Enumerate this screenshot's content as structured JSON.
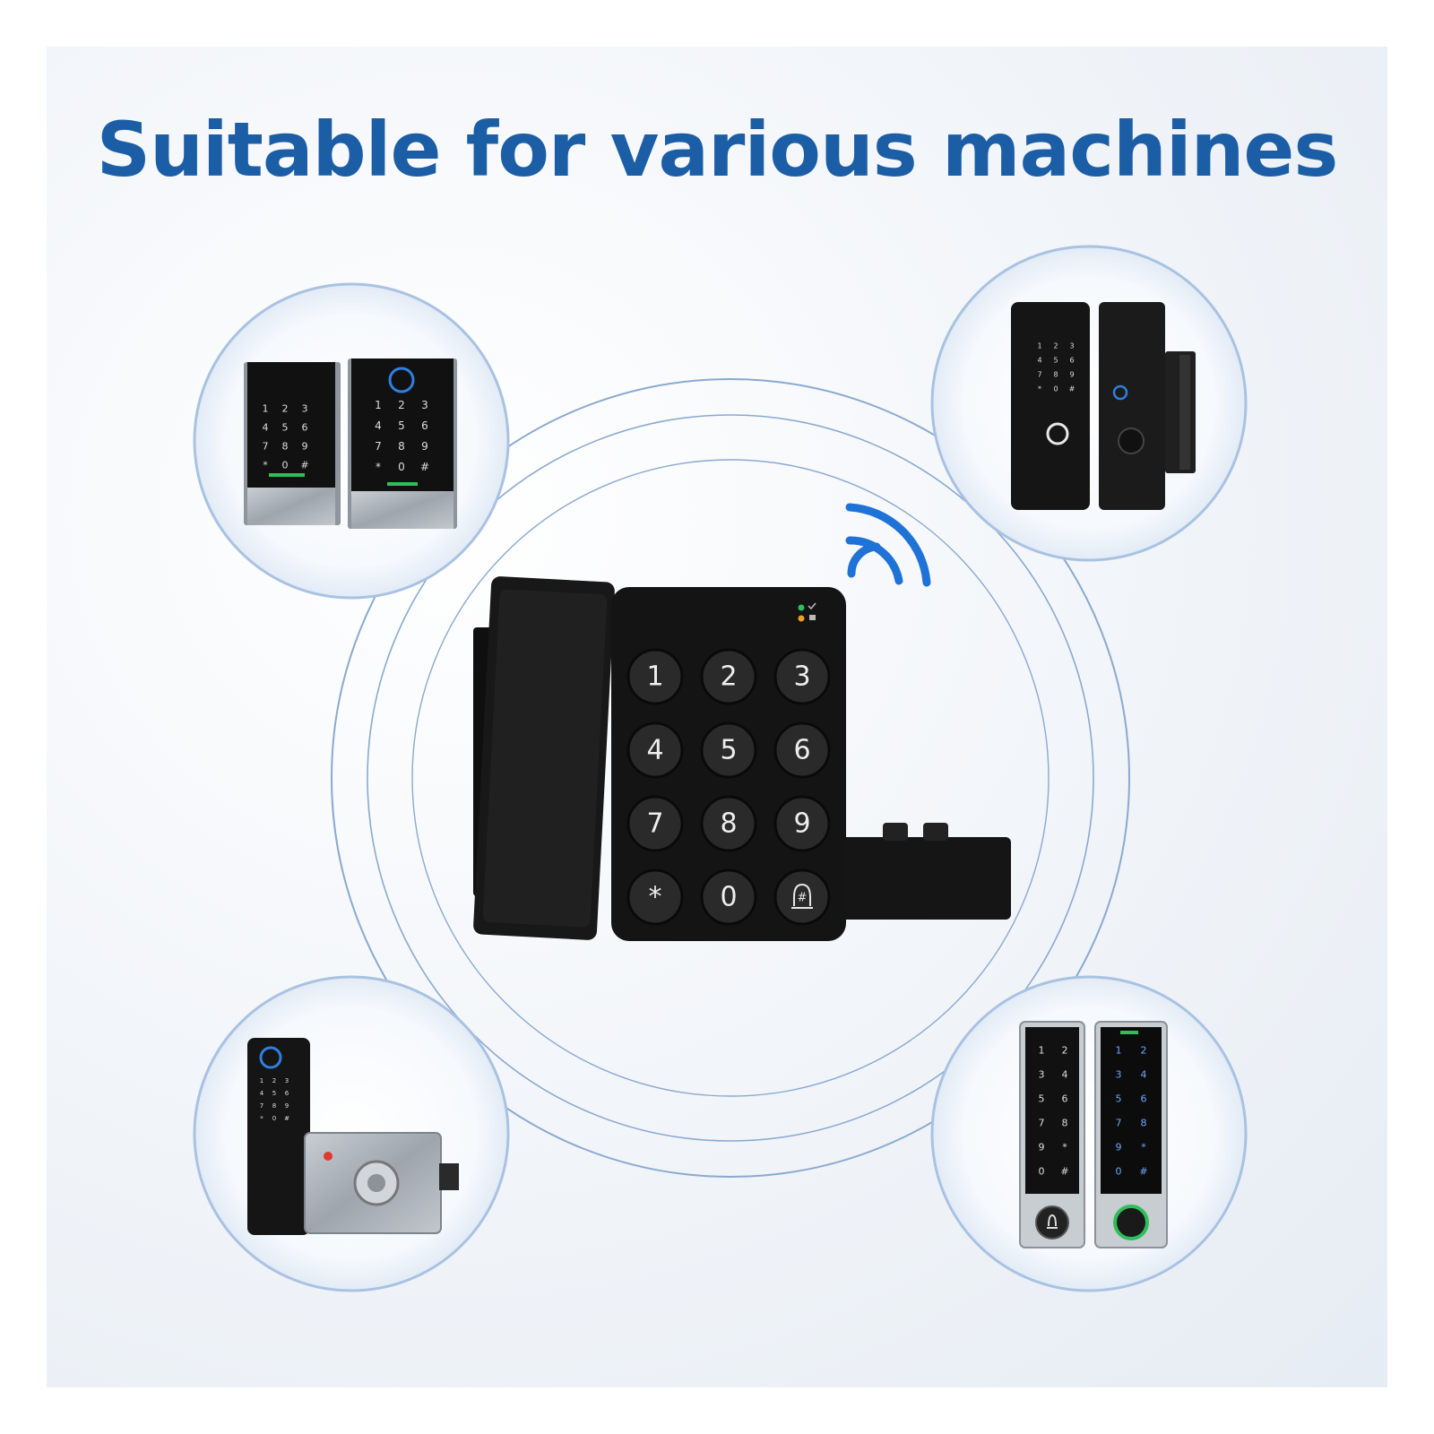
{
  "headline": "Suitable for various machines",
  "colors": {
    "headline": "#1c5ea6",
    "ring": "#8aa9d0",
    "bubble_border": "#a9c2e2",
    "device_black": "#141414",
    "device_silver": "#9aa2ab",
    "accent_green": "#2fbf5a",
    "accent_blue": "#2f7fe0"
  },
  "center_keypad": {
    "keys": [
      "1",
      "2",
      "3",
      "4",
      "5",
      "6",
      "7",
      "8",
      "9",
      "*",
      "0",
      "#"
    ],
    "icons": [
      "wifi-signal-icon",
      "bell-icon",
      "check-icon",
      "lock-icon"
    ]
  },
  "products": [
    {
      "name": "metal-keypad-readers",
      "keys": [
        "1",
        "2",
        "3",
        "4",
        "5",
        "6",
        "7",
        "8",
        "9",
        "*",
        "0",
        "#"
      ],
      "icons": [
        "fingerprint-icon",
        "bell-icon"
      ]
    },
    {
      "name": "glass-door-lock",
      "keys": [
        "1",
        "2",
        "3",
        "4",
        "5",
        "6",
        "7",
        "8",
        "9",
        "*",
        "0",
        "#"
      ],
      "icons": [
        "fingerprint-icon"
      ]
    },
    {
      "name": "rim-lock",
      "keys": [
        "1",
        "2",
        "3",
        "4",
        "5",
        "6",
        "7",
        "8",
        "9",
        "*",
        "0",
        "#"
      ],
      "icons": [
        "fingerprint-icon"
      ]
    },
    {
      "name": "slim-keypads",
      "keys": [
        "1",
        "2",
        "3",
        "4",
        "5",
        "6",
        "7",
        "8",
        "9",
        "*",
        "0",
        "#"
      ],
      "icons": [
        "bell-icon",
        "fingerprint-icon"
      ]
    }
  ]
}
